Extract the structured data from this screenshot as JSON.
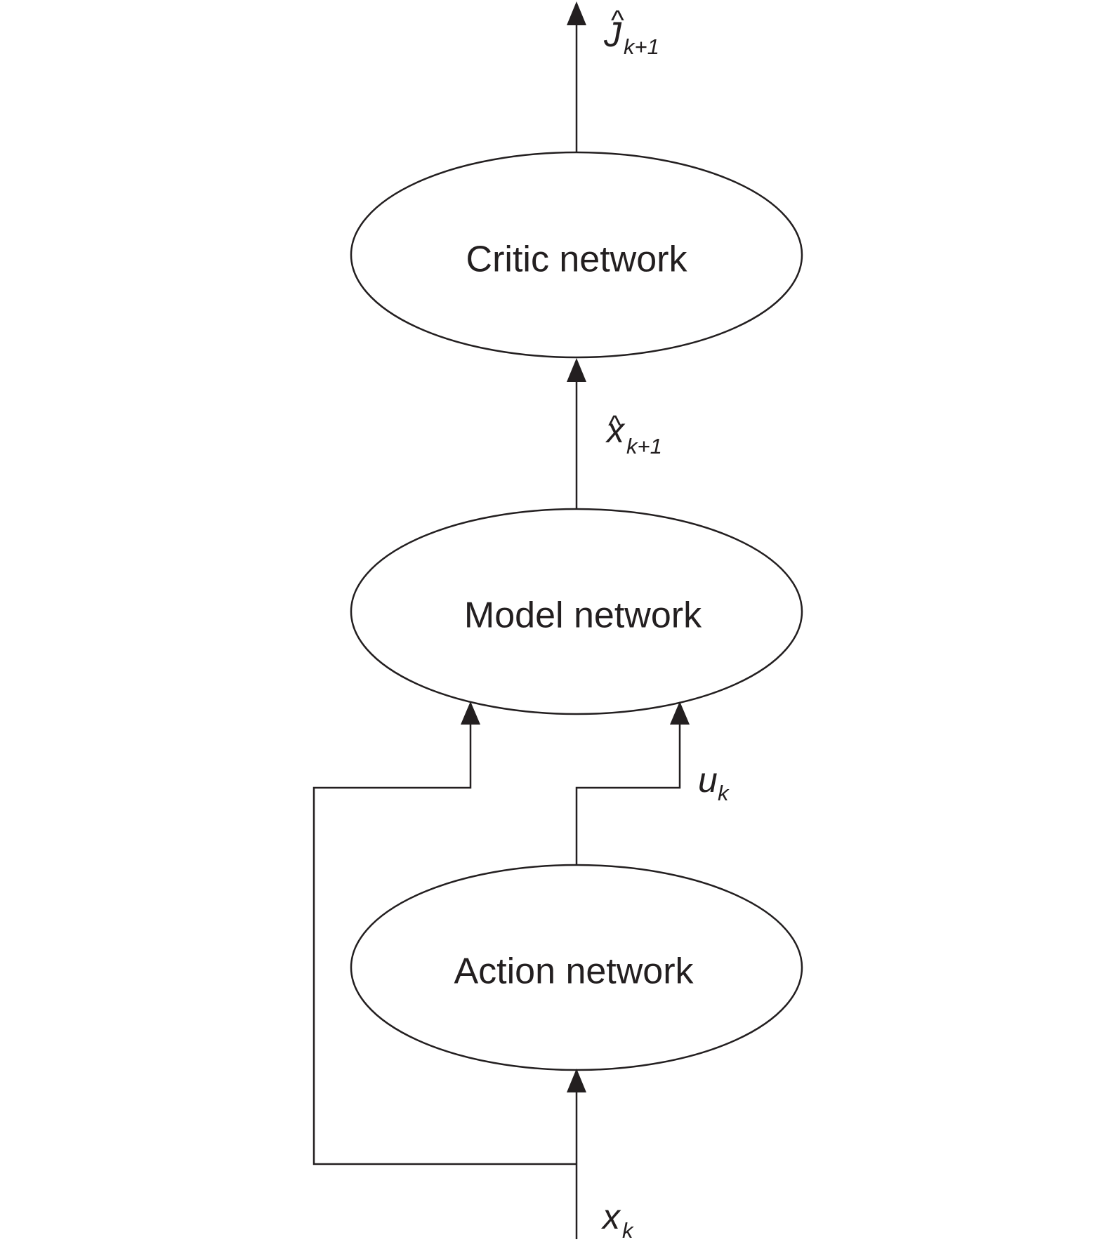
{
  "nodes": {
    "critic": {
      "label": "Critic network"
    },
    "model": {
      "label": "Model network"
    },
    "action": {
      "label": "Action network"
    }
  },
  "signals": {
    "j_hat": {
      "hat": "^",
      "main": "J",
      "sub": "k+1"
    },
    "x_hat": {
      "hat": "^",
      "main": "x",
      "sub": "k+1"
    },
    "u": {
      "main": "u",
      "sub": "k"
    },
    "x": {
      "main": "x",
      "sub": "k"
    }
  },
  "colors": {
    "stroke": "#231f20",
    "background": "#ffffff"
  }
}
